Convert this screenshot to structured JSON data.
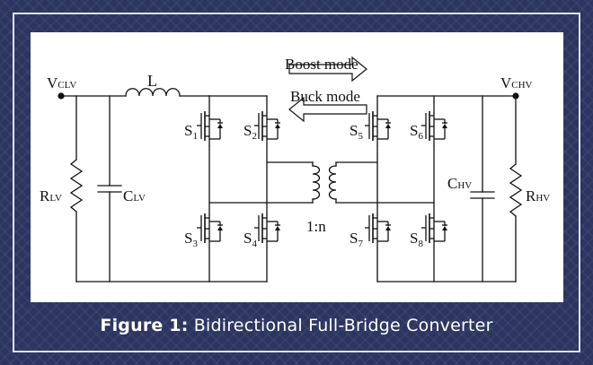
{
  "caption": {
    "label": "Figure 1:",
    "text": "Bidirectional Full-Bridge Converter"
  },
  "labels": {
    "vclv": {
      "main": "V",
      "sub": "CLV"
    },
    "vchv": {
      "main": "V",
      "sub": "CHV"
    },
    "inductor": "L",
    "rlv": {
      "main": "R",
      "sub": "LV"
    },
    "clv": {
      "main": "C",
      "sub": "LV"
    },
    "chv": {
      "main": "C",
      "sub": "HV"
    },
    "rhv": {
      "main": "R",
      "sub": "HV"
    },
    "ratio": "1:n",
    "s1": {
      "main": "S",
      "sub": "1"
    },
    "s2": {
      "main": "S",
      "sub": "2"
    },
    "s3": {
      "main": "S",
      "sub": "3"
    },
    "s4": {
      "main": "S",
      "sub": "4"
    },
    "s5": {
      "main": "S",
      "sub": "5"
    },
    "s6": {
      "main": "S",
      "sub": "6"
    },
    "s7": {
      "main": "S",
      "sub": "7"
    },
    "s8": {
      "main": "S",
      "sub": "8"
    }
  },
  "modes": {
    "boost": "Boost mode",
    "buck": "Buck mode"
  }
}
